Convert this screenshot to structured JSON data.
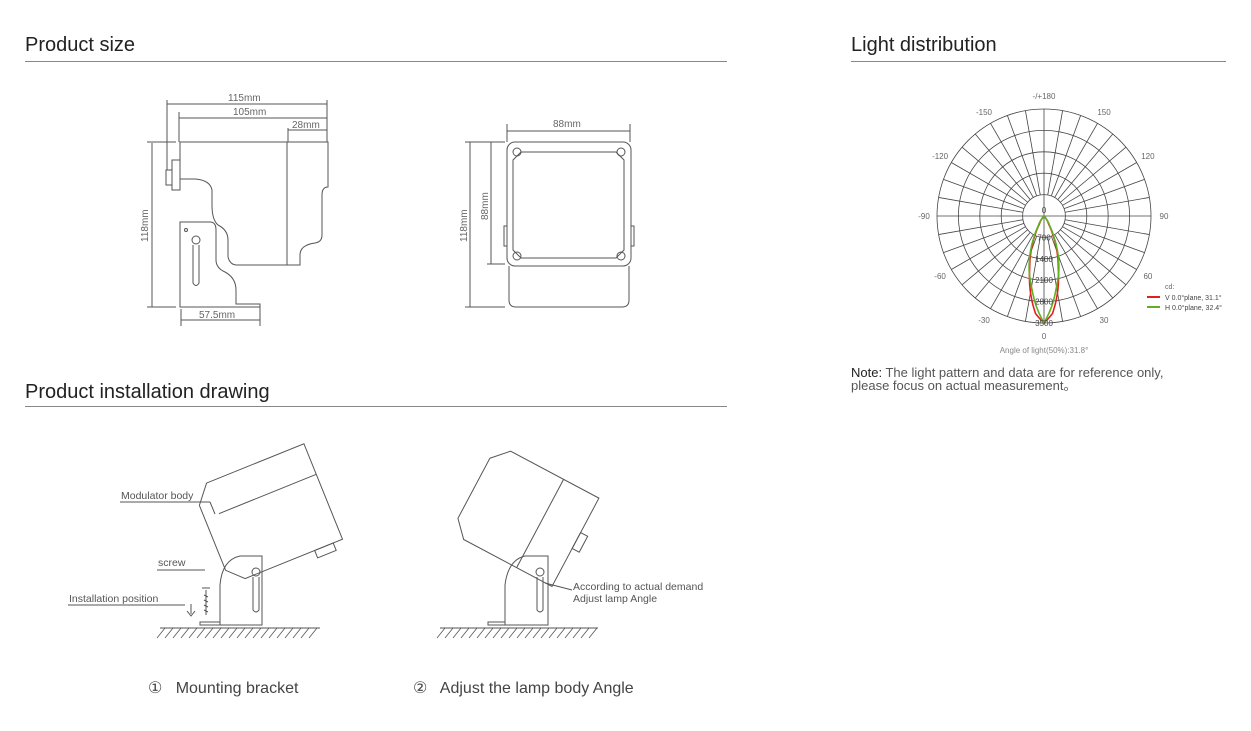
{
  "sections": {
    "product_size": "Product size",
    "light_distribution": "Light distribution",
    "installation": "Product installation drawing"
  },
  "dimensions": {
    "side_total_width": "115mm",
    "side_body_width": "105mm",
    "side_front_width": "28mm",
    "side_height": "118mm",
    "side_base": "57.5mm",
    "front_width": "88mm",
    "front_height": "118mm",
    "front_head_height": "88mm"
  },
  "installation": {
    "label_body": "Modulator body",
    "label_screw": "screw",
    "label_position": "Installation position",
    "label_demand": "According to actual demand",
    "label_adjust": "Adjust lamp Angle",
    "step1_num": "①",
    "step1": "Mounting bracket",
    "step2_num": "②",
    "step2": "Adjust the lamp body Angle"
  },
  "note": {
    "prefix": "Note:",
    "line1": " The light pattern and data are for reference only,",
    "line2": "please focus on actual measurement。"
  },
  "chart_data": {
    "type": "polar",
    "unit_label": "cd:",
    "angle_labels": [
      "-/+180",
      "-150",
      "150",
      "-120",
      "120",
      "-90",
      "90",
      "-60",
      "60",
      "-30",
      "30",
      "0"
    ],
    "radial_ticks": [
      0,
      700,
      1400,
      2100,
      2800,
      3500
    ],
    "radial_tick_labels": [
      "0",
      "700",
      "1400",
      "2100",
      "2800",
      "3500"
    ],
    "rlim": [
      0,
      3500
    ],
    "footer": "Angle of light(50%):31.8°",
    "series": [
      {
        "name": "V 0.0°plane,  31.1°",
        "color": "#e02020",
        "beam_angle": 31.1,
        "peak_cd": 3500,
        "angles": [
          -40,
          -30,
          -25,
          -20,
          -15.5,
          -10,
          -5,
          0,
          5,
          10,
          15.5,
          20,
          25,
          30,
          40
        ],
        "values": [
          60,
          300,
          700,
          1250,
          1750,
          2550,
          3200,
          3500,
          3200,
          2550,
          1750,
          1250,
          700,
          300,
          60
        ]
      },
      {
        "name": "H 0.0°plane,  32.4°",
        "color": "#60b020",
        "beam_angle": 32.4,
        "peak_cd": 3500,
        "angles": [
          -40,
          -30,
          -25,
          -20,
          -16.2,
          -10,
          -5,
          0,
          5,
          10,
          16.2,
          20,
          25,
          30,
          40
        ],
        "values": [
          80,
          380,
          800,
          1350,
          1750,
          2350,
          2950,
          3500,
          2950,
          2350,
          1750,
          1350,
          800,
          380,
          80
        ]
      }
    ]
  }
}
